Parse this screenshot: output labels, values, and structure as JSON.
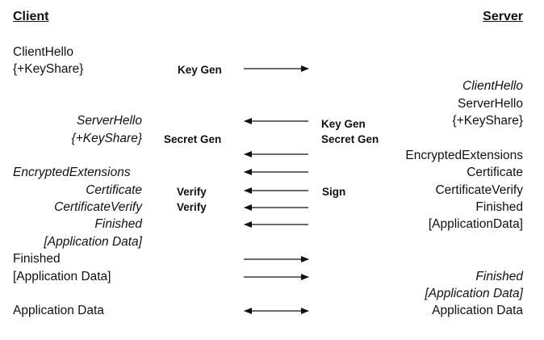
{
  "headers": {
    "client": "Client",
    "server": "Server"
  },
  "client": {
    "client_hello": "ClientHello",
    "key_share": "{+KeyShare}",
    "server_hello": "ServerHello",
    "server_key_share": "{+KeyShare}",
    "encrypted_extensions": "EncryptedExtensions",
    "certificate": "Certificate",
    "certificate_verify": "CertificateVerify",
    "finished_in": "Finished",
    "application_data_in": "[Application Data]",
    "finished_out": "Finished",
    "application_data_out": "[Application Data]",
    "application_data": "Application Data"
  },
  "server": {
    "client_hello": "ClientHello",
    "server_hello": "ServerHello",
    "key_share": "{+KeyShare}",
    "encrypted_extensions": "EncryptedExtensions",
    "certificate": "Certificate",
    "certificate_verify": "CertificateVerify",
    "finished": "Finished",
    "application_data_out": "[ApplicationData]",
    "finished_in": "Finished",
    "application_data_in": "[Application Data]",
    "application_data": "Application Data"
  },
  "actions": {
    "client_key_gen": "Key Gen",
    "server_key_gen": "Key Gen",
    "client_secret_gen": "Secret Gen",
    "server_secret_gen": "Secret Gen",
    "client_verify_1": "Verify",
    "client_verify_2": "Verify",
    "server_sign": "Sign"
  },
  "arrows": [
    {
      "name": "arrow-client-hello",
      "direction": "right"
    },
    {
      "name": "arrow-server-hello",
      "direction": "left"
    },
    {
      "name": "arrow-encrypted-extensions-1",
      "direction": "left"
    },
    {
      "name": "arrow-encrypted-extensions-2",
      "direction": "left"
    },
    {
      "name": "arrow-certificate-verify",
      "direction": "left"
    },
    {
      "name": "arrow-finished-server",
      "direction": "left"
    },
    {
      "name": "arrow-finished-client",
      "direction": "left"
    },
    {
      "name": "arrow-client-finished",
      "direction": "right"
    },
    {
      "name": "arrow-client-app-data",
      "direction": "right"
    },
    {
      "name": "arrow-app-data-both",
      "direction": "both"
    }
  ]
}
